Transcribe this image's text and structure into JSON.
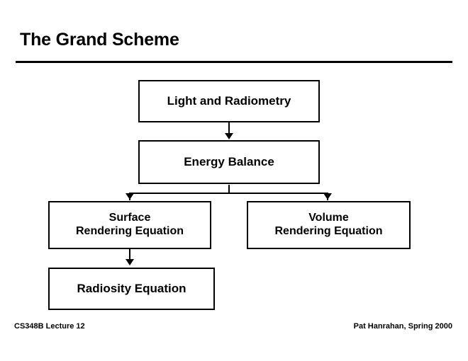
{
  "slide": {
    "title": "The Grand Scheme",
    "background_color": "#ffffff",
    "text_color": "#000000"
  },
  "diagram": {
    "nodes": [
      {
        "id": "light",
        "label": "Light and Radiometry"
      },
      {
        "id": "energy",
        "label": "Energy Balance"
      },
      {
        "id": "surface",
        "label": "Surface\nRendering Equation"
      },
      {
        "id": "volume",
        "label": "Volume\nRendering Equation"
      },
      {
        "id": "radiosity",
        "label": "Radiosity Equation"
      }
    ]
  },
  "footer": {
    "left": "CS348B Lecture 12",
    "right": "Pat Hanrahan, Spring 2000"
  }
}
